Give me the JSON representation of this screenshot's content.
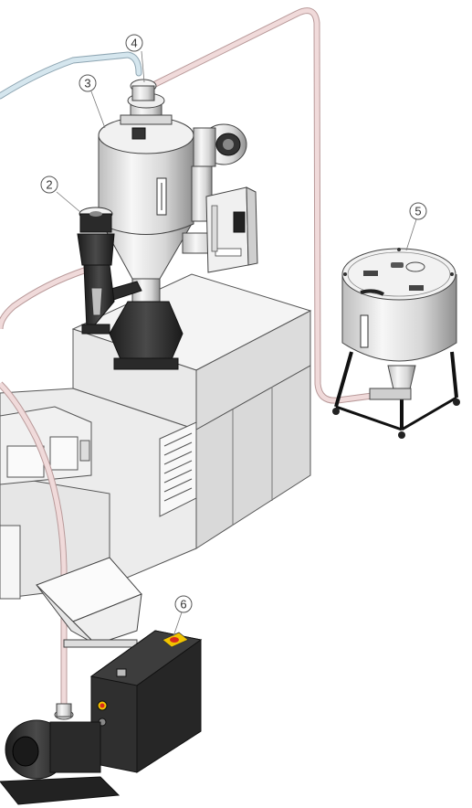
{
  "callouts": [
    {
      "id": "c2",
      "label": "2"
    },
    {
      "id": "c3",
      "label": "3"
    },
    {
      "id": "c4",
      "label": "4"
    },
    {
      "id": "c5",
      "label": "5"
    },
    {
      "id": "c6",
      "label": "6"
    }
  ],
  "colors": {
    "pipe_pink": "#f0dada",
    "pipe_pink_edge": "#b99a9a",
    "pipe_blue": "#d5e6ee",
    "pipe_blue_edge": "#8ea5b2",
    "steel_light": "#f2f2f2",
    "steel_mid": "#c9c9c9",
    "steel_dark": "#7c7c7c",
    "machine_body": "#eeeeee",
    "machine_edge": "#555555",
    "dark_unit": "#2b2b2b",
    "red_button": "#d92a1c",
    "yellow_plate": "#f1c400"
  }
}
